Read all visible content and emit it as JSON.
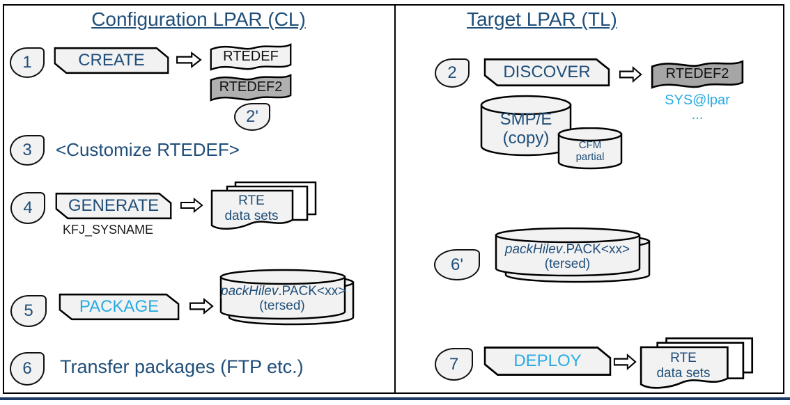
{
  "colors": {
    "navy_text": "#1F4E79",
    "cyan_text": "#29ABE2",
    "shape_fill": "#F2F2F2",
    "doc_gray_left": "#B0B0B0",
    "doc_gray_right": "#A6A6A6",
    "outline": "#000000",
    "footer_bar": "#203864"
  },
  "left": {
    "title": "Configuration LPAR (CL)",
    "step1": {
      "num": "1",
      "button": "CREATE",
      "doc1": "RTEDEF",
      "doc2": "RTEDEF2",
      "badge_alt": "2'"
    },
    "step3": {
      "num": "3",
      "text": "<Customize RTEDEF>"
    },
    "step4": {
      "num": "4",
      "button": "GENERATE",
      "param": "KFJ_SYSNAME",
      "doc_line1": "RTE",
      "doc_line2": "data sets"
    },
    "step5": {
      "num": "5",
      "button": "PACKAGE",
      "cyl_italic": "packHilev",
      "cyl_rest": ".PACK<xx>",
      "cyl_line2": "(tersed)"
    },
    "step6": {
      "num": "6",
      "text": "Transfer packages (FTP etc.)"
    }
  },
  "right": {
    "title": "Target LPAR (TL)",
    "step2": {
      "num": "2",
      "button": "DISCOVER",
      "doc": "RTEDEF2",
      "note1": "SYS@lpar",
      "note2": "..."
    },
    "smpe": {
      "line1": "SMP/E",
      "line2": "(copy)"
    },
    "cfm": {
      "line1": "CFM",
      "line2": "partial"
    },
    "step6p": {
      "num": "6'",
      "cyl_italic": "packHilev",
      "cyl_rest": ".PACK<xx>",
      "cyl_line2": "(tersed)"
    },
    "step7": {
      "num": "7",
      "button": "DEPLOY",
      "doc_line1": "RTE",
      "doc_line2": "data sets"
    }
  }
}
